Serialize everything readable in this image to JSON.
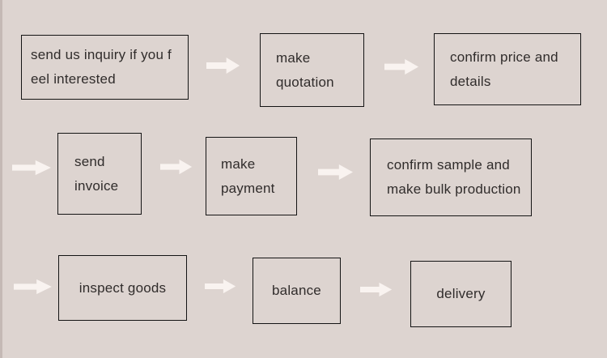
{
  "colors": {
    "background": "#ddd4d0",
    "box_border": "#141414",
    "text": "#302c2b",
    "arrow_fill": "#f9f3f0"
  },
  "flowchart": {
    "type": "process-flow",
    "direction": "left-to-right",
    "nodes": [
      {
        "lines": [
          "send us inquiry if you f",
          "eel interested"
        ]
      },
      {
        "lines": [
          "make",
          "quotation"
        ]
      },
      {
        "lines": [
          "confirm price and",
          "details"
        ]
      },
      {
        "lines": [
          "send",
          "invoice"
        ]
      },
      {
        "lines": [
          "make",
          "payment"
        ]
      },
      {
        "lines": [
          "confirm sample and",
          "make bulk production"
        ]
      },
      {
        "lines": [
          "inspect goods"
        ]
      },
      {
        "lines": [
          "balance"
        ]
      },
      {
        "lines": [
          "delivery"
        ]
      }
    ]
  }
}
